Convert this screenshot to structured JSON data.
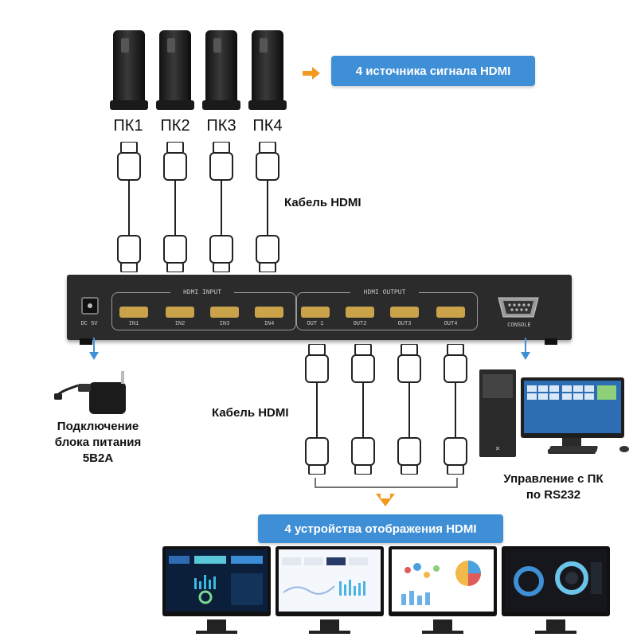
{
  "sources": {
    "labels": [
      "ПК1",
      "ПК2",
      "ПК3",
      "ПК4"
    ],
    "banner": "4 источника сигнала HDMI"
  },
  "cables": {
    "top_label": "Кабель HDMI",
    "bottom_label": "Кабель HDMI"
  },
  "device": {
    "power_port": "DC 5V",
    "input_group": "HDMI INPUT",
    "inputs": [
      "IN1",
      "IN2",
      "IN3",
      "IN4"
    ],
    "output_group": "HDMI OUTPUT",
    "outputs": [
      "OUT 1",
      "OUT2",
      "OUT3",
      "OUT4"
    ],
    "console_port": "CONSOLE"
  },
  "power": {
    "label_lines": [
      "Подключение",
      "блока питания",
      "5В2А"
    ]
  },
  "control": {
    "label_lines": [
      "Управление с ПК",
      "по RS232"
    ]
  },
  "displays": {
    "banner": "4 устройства отображения HDMI"
  },
  "colors": {
    "banner_bg": "#3f8fd6",
    "arrow_orange": "#f29a1d",
    "arrow_blue": "#3f8fd6",
    "device_body": "#2b2b2b",
    "port_gold": "#c9a24a"
  }
}
